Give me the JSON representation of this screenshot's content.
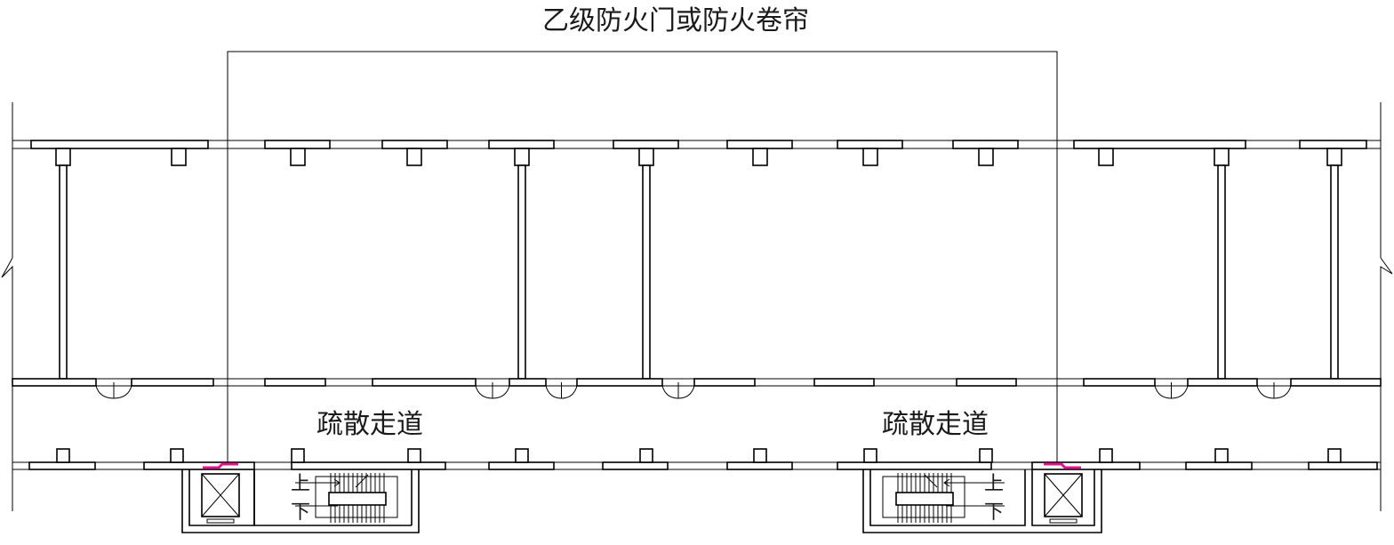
{
  "labels": {
    "title": "乙级防火门或防火卷帘",
    "corridor_left": "疏散走道",
    "corridor_right": "疏散走道",
    "stair_up": "上",
    "stair_down": "下"
  },
  "colors": {
    "line": "#000000",
    "fire_door": "#e0158c",
    "background": "#ffffff"
  }
}
